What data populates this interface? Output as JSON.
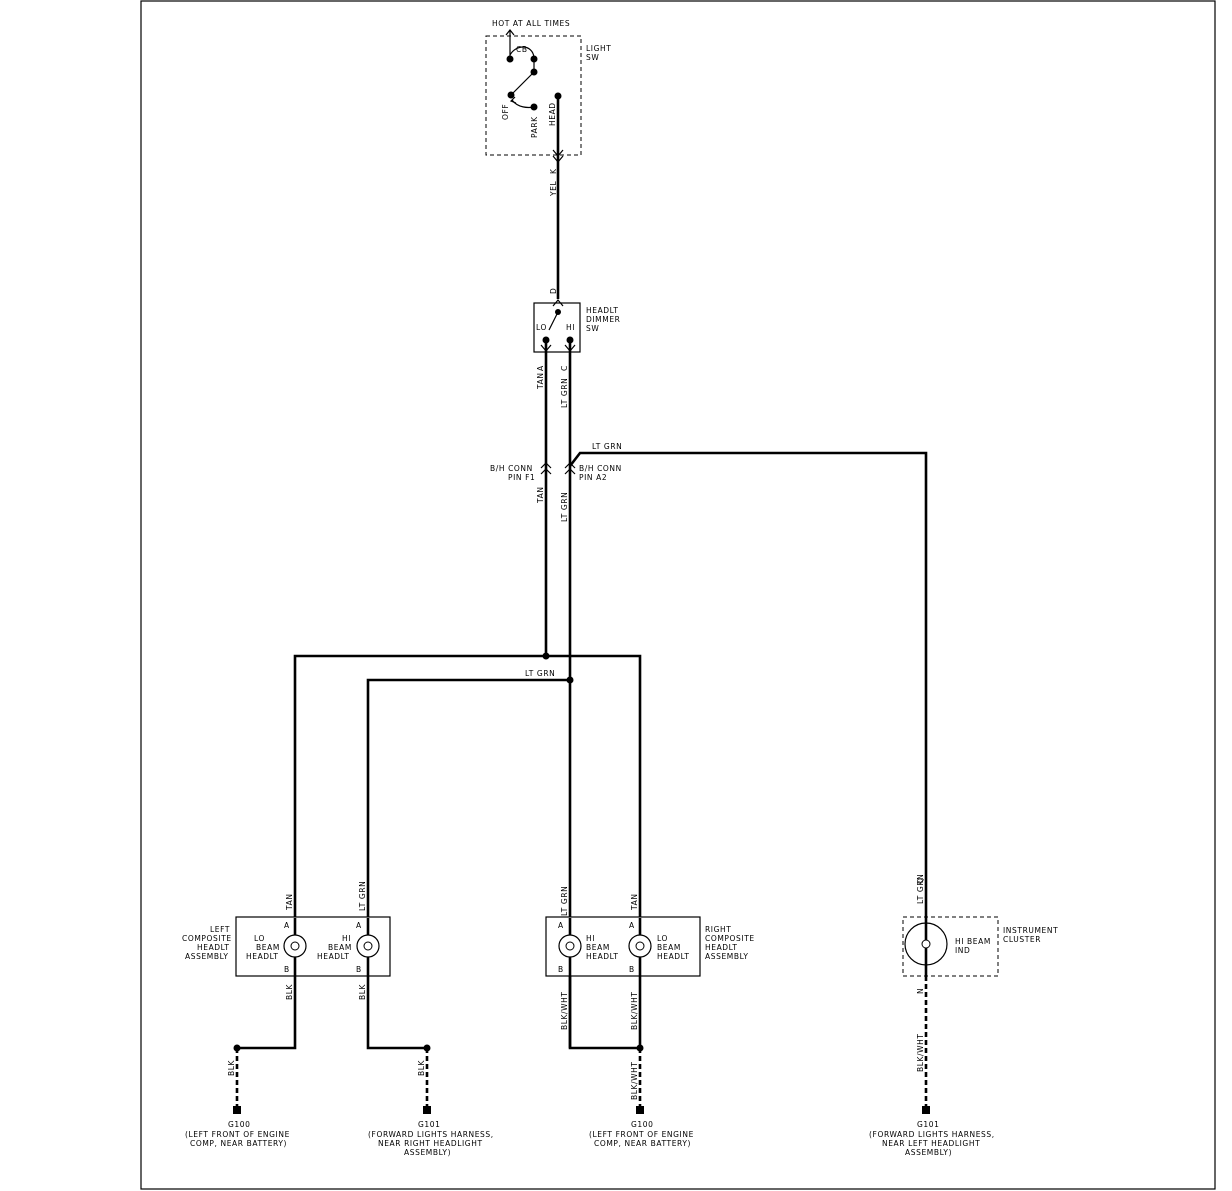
{
  "light_switch": {
    "hot_label": "HOT AT ALL TIMES",
    "name_line1": "LIGHT",
    "name_line2": "SW",
    "cb": "CB",
    "off": "OFF",
    "park": "PARK",
    "head": "HEAD"
  },
  "wires": {
    "yel": "YEL",
    "tan": "TAN",
    "lt_grn": "LT GRN",
    "blk": "BLK",
    "blk_wht": "BLK/WHT"
  },
  "pins": {
    "k": "K",
    "d": "D",
    "a": "A",
    "c": "C",
    "b": "B",
    "q": "Q",
    "n": "N"
  },
  "dimmer": {
    "line1": "HEADLT",
    "line2": "DIMMER",
    "line3": "SW",
    "lo": "LO",
    "hi": "HI"
  },
  "bh_conn": {
    "left_line1": "B/H CONN",
    "left_line2": "PIN F1",
    "right_line1": "B/H CONN",
    "right_line2": "PIN A2"
  },
  "left_assembly": {
    "line1": "LEFT",
    "line2": "COMPOSITE",
    "line3": "HEADLT",
    "line4": "ASSEMBLY",
    "lamp1": [
      "LO",
      "BEAM",
      "HEADLT"
    ],
    "lamp2": [
      "HI",
      "BEAM",
      "HEADLT"
    ]
  },
  "right_assembly": {
    "line1": "RIGHT",
    "line2": "COMPOSITE",
    "line3": "HEADLT",
    "line4": "ASSEMBLY",
    "lamp1": [
      "HI",
      "BEAM",
      "HEADLT"
    ],
    "lamp2": [
      "LO",
      "BEAM",
      "HEADLT"
    ]
  },
  "cluster": {
    "line1": "INSTRUMENT",
    "line2": "CLUSTER",
    "ind1": "HI BEAM",
    "ind2": "IND"
  },
  "grounds": [
    {
      "id": "G100",
      "desc": [
        "(LEFT FRONT OF ENGINE",
        "COMP, NEAR BATTERY)"
      ]
    },
    {
      "id": "G101",
      "desc": [
        "(FORWARD LIGHTS HARNESS,",
        "NEAR RIGHT HEADLIGHT",
        "ASSEMBLY)"
      ]
    },
    {
      "id": "G100",
      "desc": [
        "(LEFT FRONT OF ENGINE",
        "COMP, NEAR BATTERY)"
      ]
    },
    {
      "id": "G101",
      "desc": [
        "(FORWARD LIGHTS HARNESS,",
        "NEAR LEFT HEADLIGHT",
        "ASSEMBLY)"
      ]
    }
  ]
}
